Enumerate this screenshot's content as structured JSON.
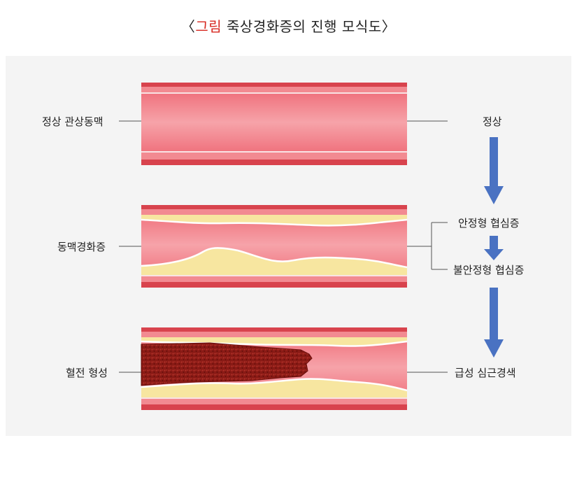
{
  "title": {
    "bracket_open": "〈",
    "highlight": "그림",
    "text": "죽상경화증의 진행 모식도",
    "bracket_close": "〉",
    "highlight_color": "#d7261e"
  },
  "left_labels": [
    "정상 관상동맥",
    "동맥경화증",
    "혈전 형성"
  ],
  "right_labels": {
    "normal": "정상",
    "stable": "안정형 협심증",
    "unstable": "불안정형 협심증",
    "mi": "급성 심근경색"
  },
  "colors": {
    "vessel_outer": "#d8434d",
    "vessel_wall": "#f07d86",
    "vessel_inner_lumen": "#f49aa0",
    "plaque": "#f7e6a0",
    "thrombus": "#8e1a16",
    "arrow": "#4a72c2",
    "panel_bg": "#f4f4f4"
  }
}
